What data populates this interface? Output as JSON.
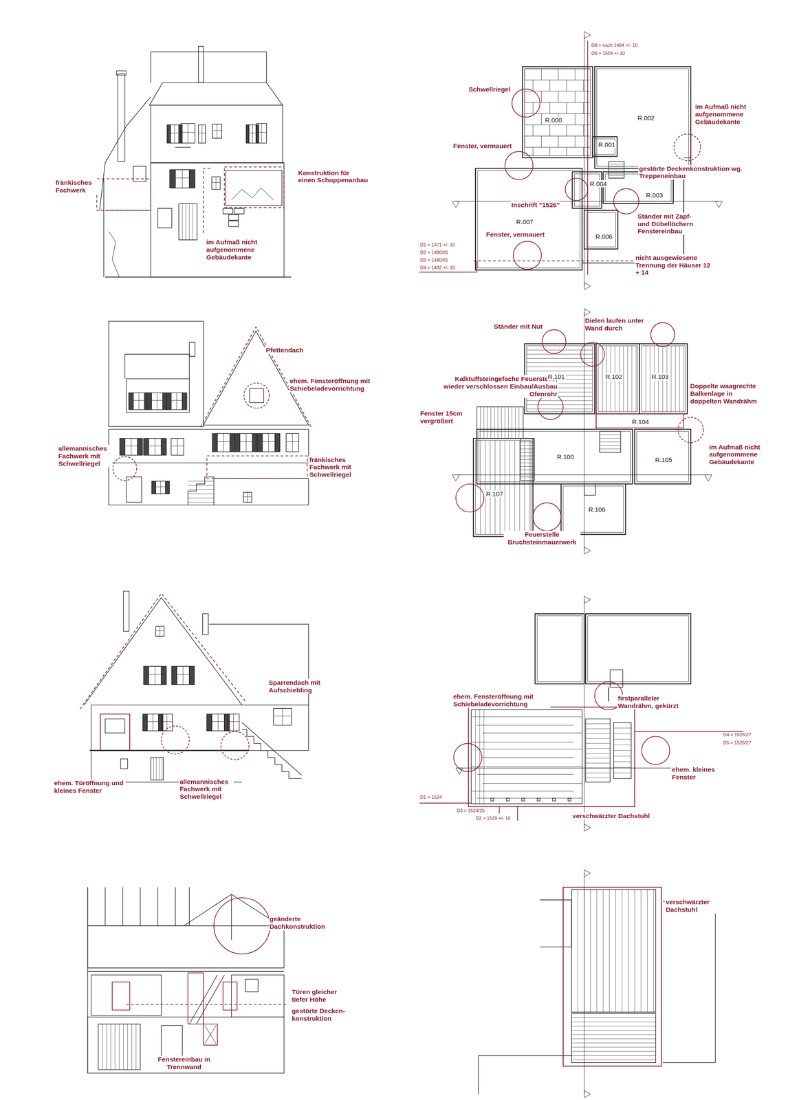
{
  "diagram": {
    "labels": [
      "fränkisches Fachwerk",
      "Konstruktion für einen Schuppenanbau",
      "im Aufmaß nicht aufgenommene Gebäudekante",
      "D8 > nach 1484 +/- 10",
      "D9 > 1504 +/-10",
      "Schwellriegel",
      "R.000",
      "R.002",
      "im Aufmaß nicht aufgenommene Gebäudekante",
      "R.001",
      "Fenster, vermauert",
      "gestörte Deckenkonstruktion wg. Treppeneinbau",
      "R.004",
      "R.003",
      "Inschrift \"1526\"",
      "Ständer mit Zapf- und Dübellöchern Fenstereinbau",
      "R.007",
      "Fenster, vermauert",
      "R.006",
      "D1 > 1471 +/- 10",
      "D2 > 1480/81",
      "D3 > 1480/81",
      "D4 > 1492 +/- 10",
      "nicht ausgewiesene Trennung der Häuser 12 + 14",
      "Pfettendach",
      "ehem. Fensteröffnung mit Schiebeladevorrichtung",
      "allemannisches Fachwerk mit Schwellriegel",
      "fränkisches Fachwerk mit Schwellriegel",
      "Ständer mit Nut",
      "Dielen laufen unter Wand durch",
      "Kalktuffsteingefache Feuerstelle, wieder verschlossen Einbau/Ausbau Ofenrohr",
      "R.101",
      "R.102",
      "R.103",
      "Doppelte waagrechte Balkenlage in doppelten Wandrähm",
      "Fenster 15cm vergrößert",
      "R.104",
      "im Aufmaß nicht aufgenommene Gebäudekante",
      "R.100",
      "R.105",
      "R.107",
      "R.106",
      "Feuerstelle Bruchsteinmauerwerk",
      "Sparrendach mit Aufschiebling",
      "ehem. Türöffnung und kleines Fenster",
      "allemannisches Fachwerk mit Schwellriegel",
      "ehem. Fensteröffnung mit Schiebeladevorrichtung",
      "firstparalleler Wandrähm, gekürzt",
      "D4 > 1526/27",
      "D5 > 1526/27",
      "ehem. kleines Fenster",
      "D1 > 1524",
      "D3 > 1524/25",
      "D2 > 1529 +/- 10",
      "verschwärzter Dachstuhl",
      "geänderte Dachkonstruktion",
      "Türen gleicher tiefer Höhe",
      "gestörte Decken- konstruktion",
      "Fenstereinbau in Trennwand",
      "verschwärzter Dachstuhl"
    ]
  }
}
